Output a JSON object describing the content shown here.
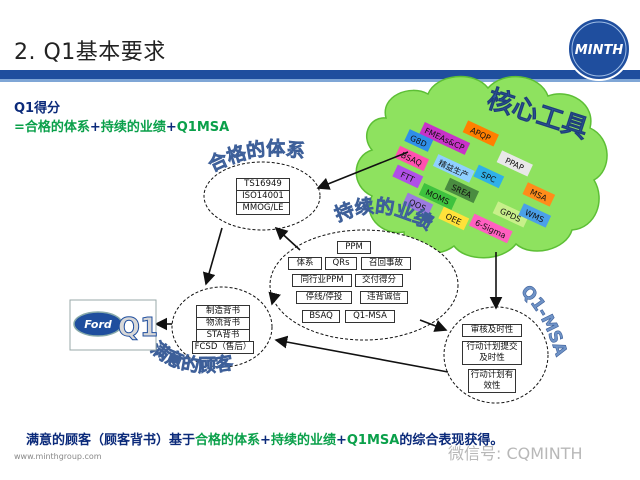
{
  "header": {
    "title": "2. Q1基本要求",
    "logo_text": "MINTH"
  },
  "intro": {
    "q1_score": "Q1得分",
    "formula": {
      "eq": "=",
      "a": "合格的体系",
      "plus1": "+",
      "b": "持续的业绩",
      "plus2": "+",
      "c": "Q1MSA"
    }
  },
  "cloud": {
    "title": "核心工具",
    "tags": [
      "APQP",
      "FMEAs&CP",
      "G8D",
      "PPAP",
      "BSAQ",
      "精益生产",
      "SPC",
      "FTT",
      "SREA",
      "MSA",
      "MOMS",
      "QOS",
      "GPDS",
      "WMS",
      "OEE",
      "6-Sigma"
    ]
  },
  "system": {
    "label": "合格的体系",
    "items": [
      "TS16949",
      "ISO14001",
      "MMOG/LE"
    ]
  },
  "performance": {
    "label": "持续的业绩",
    "items": [
      "PPM",
      "体系",
      "QRs",
      "召回事故",
      "同行业PPM",
      "交付得分",
      "停线/停投",
      "违背诚信",
      "BSAQ",
      "Q1-MSA"
    ]
  },
  "customer": {
    "label": "满意的顾客",
    "items": [
      "制造背书",
      "物流背书",
      "STA背书",
      "FCSD（售后）"
    ]
  },
  "msa": {
    "label": "Q1-MSA",
    "items": [
      "审核及时性",
      "行动计划提交及时性",
      "行动计划有效性"
    ]
  },
  "ford": {
    "brand": "Ford",
    "mark": "Q1"
  },
  "footer": {
    "summary": {
      "a": "满意的顾客（顾客背书）基于",
      "b": "合格的体系",
      "c": "+",
      "d": "持续的业绩",
      "e": "+",
      "f": "Q1MSA",
      "g": "的综合表现获得。"
    },
    "url": "www.minthgroup.com",
    "watermark": "微信号: CQMINTH"
  },
  "colors": {
    "title_bar": "#1f4e9e",
    "green_text": "#0aa04a",
    "navy_text": "#0b2a7a",
    "cloud": "#8ee25f"
  }
}
